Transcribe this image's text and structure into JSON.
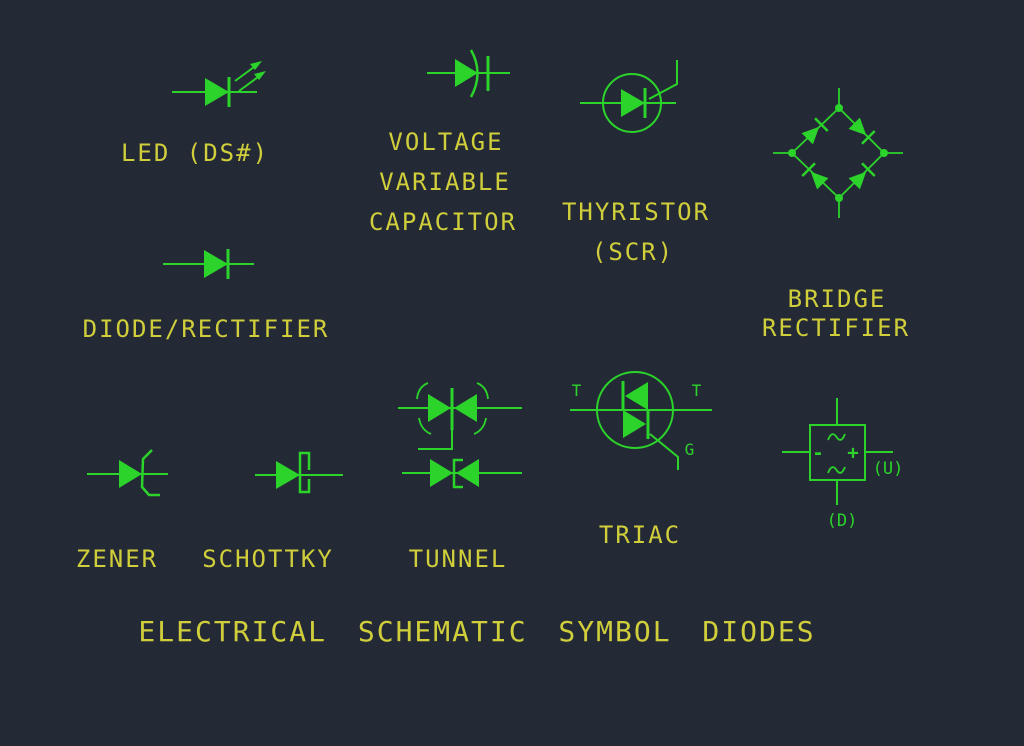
{
  "canvas": {
    "background_color": "#242a35",
    "symbol_color": "#2bd32b",
    "label_color": "#d0cf3b"
  },
  "title": "ELECTRICAL SCHEMATIC SYMBOL DIODES",
  "symbols": {
    "led": {
      "label": "LED (DS#)"
    },
    "voltage_variable_capacitor": {
      "label_lines": [
        "VOLTAGE",
        "VARIABLE",
        "CAPACITOR"
      ]
    },
    "thyristor": {
      "label_lines": [
        "THYRISTOR",
        "(SCR)"
      ]
    },
    "bridge_rectifier": {
      "label_lines": [
        "BRIDGE",
        "RECTIFIER"
      ]
    },
    "diode_rectifier": {
      "label": "DIODE/RECTIFIER"
    },
    "zener": {
      "label": "ZENER"
    },
    "schottky": {
      "label": "SCHOTTKY"
    },
    "tunnel": {
      "label": "TUNNEL"
    },
    "triac": {
      "label": "TRIAC",
      "terminal_left": "T",
      "terminal_right": "T",
      "gate_label": "G"
    },
    "bridge_block": {
      "up_label": "(U)",
      "down_label": "(D)",
      "plus": "+",
      "minus": "-"
    }
  }
}
